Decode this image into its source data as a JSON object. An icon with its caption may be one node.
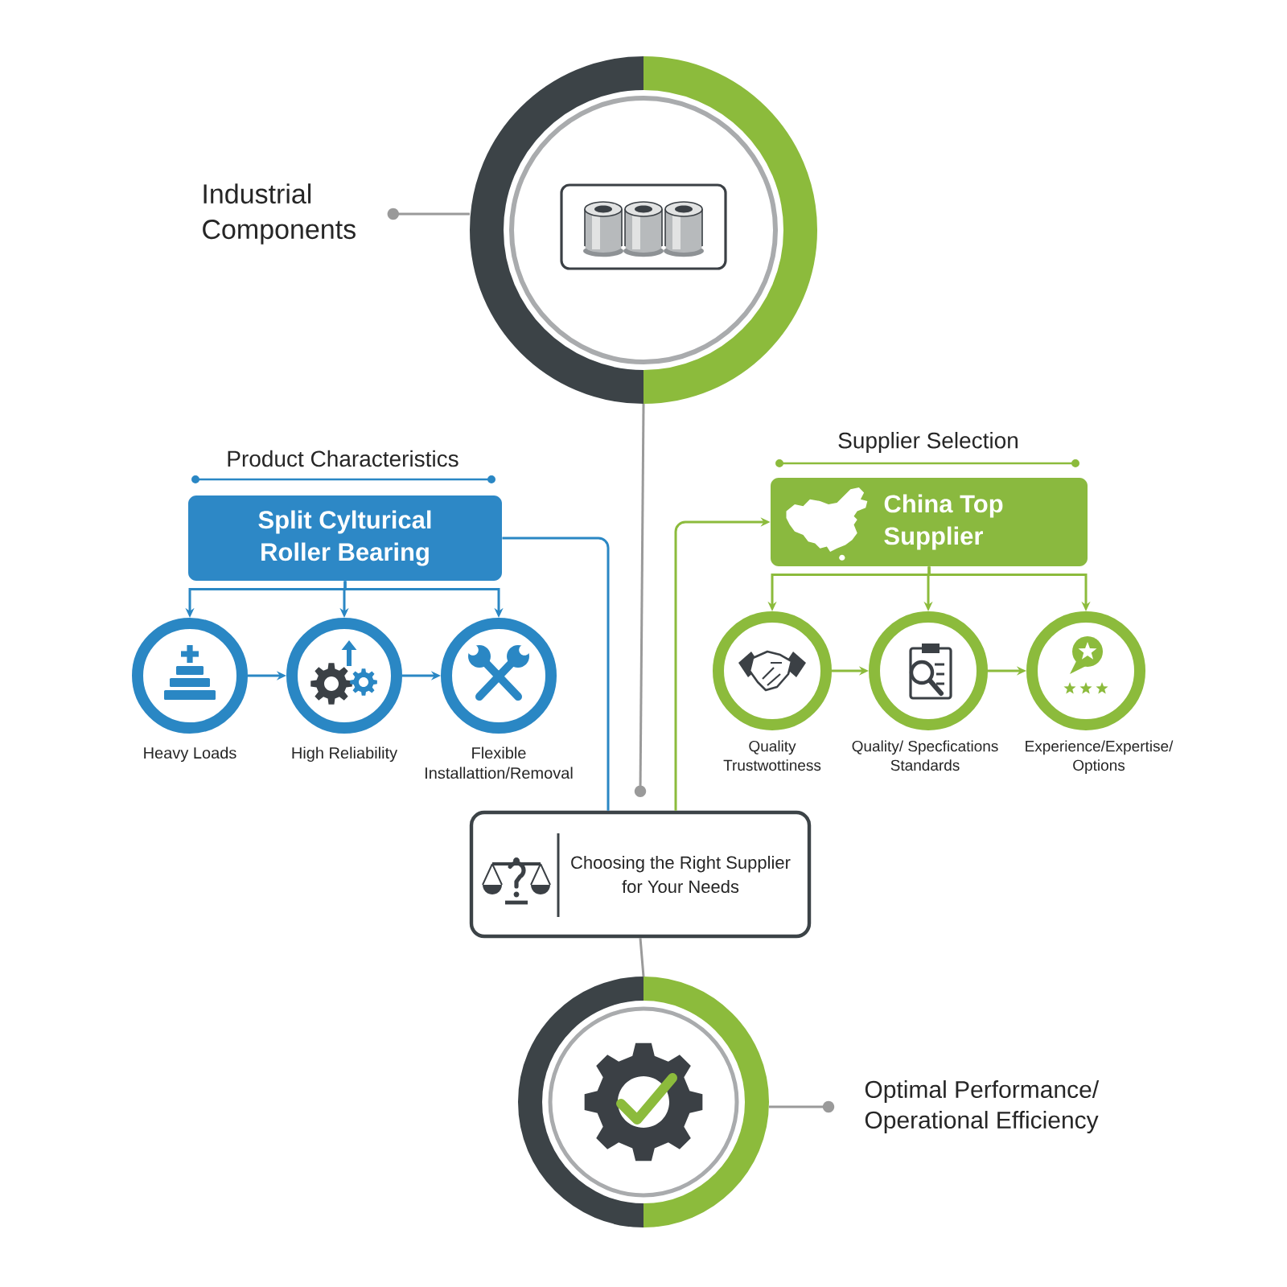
{
  "diagram": {
    "nodes": [
      {
        "text": [],
        "shape": "circle"
      },
      {
        "text": [
          "Industrial Components"
        ]
      },
      {
        "text": [
          "Product Characteristics",
          "Split Cylturical Roller Bearing"
        ]
      },
      {
        "text": [],
        "shape": "circle",
        "beside": [
          "Heavy Loads"
        ]
      },
      {
        "text": [],
        "shape": "circle",
        "beside": [
          "High Reliability"
        ]
      },
      {
        "text": [],
        "shape": "circle",
        "beside": [
          "Flexible Installattion/Removal"
        ]
      },
      {
        "text": [
          "Supplier Selection",
          "China Top Supplier"
        ]
      },
      {
        "text": [],
        "shape": "circle",
        "beside": [
          "Quality Trustwottiness"
        ]
      },
      {
        "text": [],
        "shape": "circle",
        "beside": [
          "Quality/ Specfications Standards"
        ]
      },
      {
        "text": [],
        "shape": "circle",
        "beside": [
          "Experience/Expertise/ Options"
        ]
      },
      {
        "text": [
          "Choosing the Right Supplier for Your Needs"
        ]
      },
      {
        "text": [],
        "shape": "circle"
      },
      {
        "text": [
          "Optimal Performance/ Operational Efficiency"
        ]
      }
    ],
    "edges": [
      {
        "from": 1,
        "to": 0,
        "arrow": "other",
        "color": "#9a9a9a"
      },
      {
        "from": 2,
        "to": 3,
        "arrow": "to",
        "color": "#2a87c4"
      },
      {
        "from": 2,
        "to": 4,
        "arrow": "to",
        "color": "#2a87c4"
      },
      {
        "from": 2,
        "to": 5,
        "arrow": "to",
        "color": "#2a87c4"
      },
      {
        "from": 3,
        "to": 4,
        "arrow": "to",
        "color": "#2a87c4"
      },
      {
        "from": 4,
        "to": 5,
        "arrow": "to",
        "color": "#2a87c4"
      },
      {
        "from": 2,
        "to": 10,
        "arrow": "none",
        "color": "#2a87c4"
      },
      {
        "from": 6,
        "to": 7,
        "arrow": "to",
        "color": "#8cbb3c"
      },
      {
        "from": 6,
        "to": 8,
        "arrow": "to",
        "color": "#8cbb3c"
      },
      {
        "from": 6,
        "to": 9,
        "arrow": "to",
        "color": "#8cbb3c"
      },
      {
        "from": 7,
        "to": 8,
        "arrow": "to",
        "color": "#8cbb3c"
      },
      {
        "from": 8,
        "to": 9,
        "arrow": "to",
        "color": "#8cbb3c"
      },
      {
        "from": 10,
        "to": 6,
        "arrow": "to",
        "color": "#8cbb3c"
      },
      {
        "from": 10,
        "to": 0,
        "arrow": "other",
        "color": "#9a9a9a"
      },
      {
        "from": 10,
        "to": 11,
        "arrow": "none",
        "color": "#9a9a9a"
      },
      {
        "from": 12,
        "to": 11,
        "arrow": "other",
        "color": "#9a9a9a"
      }
    ]
  }
}
